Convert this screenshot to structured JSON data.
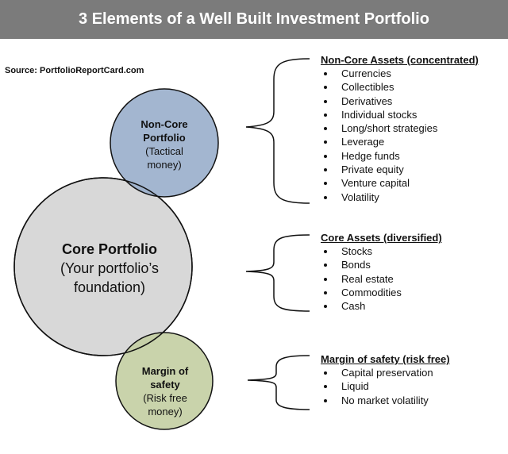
{
  "header": {
    "title": "3 Elements of a Well Built Investment Portfolio"
  },
  "source": "Source: PortfolioReportCard.com",
  "colors": {
    "header_bg": "#7b7b7b",
    "noncore_circle": "#9bb0cc",
    "core_circle": "#d8d8d8",
    "margin_circle": "#c4cfa4"
  },
  "circles": {
    "noncore": {
      "line1": "Non-Core",
      "line2": "Portfolio",
      "line3": "(Tactical",
      "line4": "money)"
    },
    "core": {
      "line1": "Core Portfolio",
      "line2": "(Your portfolio’s",
      "line3": "foundation)"
    },
    "margin": {
      "line1": "Margin of",
      "line2": "safety",
      "line3": "(Risk free",
      "line4": "money)"
    }
  },
  "lists": {
    "noncore": {
      "title": "Non-Core Assets (concentrated)",
      "items": [
        "Currencies",
        "Collectibles",
        "Derivatives",
        "Individual stocks",
        "Long/short strategies",
        "Leverage",
        "Hedge funds",
        "Private equity",
        "Venture capital",
        "Volatility"
      ]
    },
    "core": {
      "title": "Core Assets (diversified)",
      "items": [
        "Stocks",
        "Bonds",
        "Real estate",
        "Commodities",
        "Cash"
      ]
    },
    "margin": {
      "title": "Margin of safety (risk free)",
      "items": [
        "Capital preservation",
        "Liquid",
        "No market volatility"
      ]
    }
  }
}
